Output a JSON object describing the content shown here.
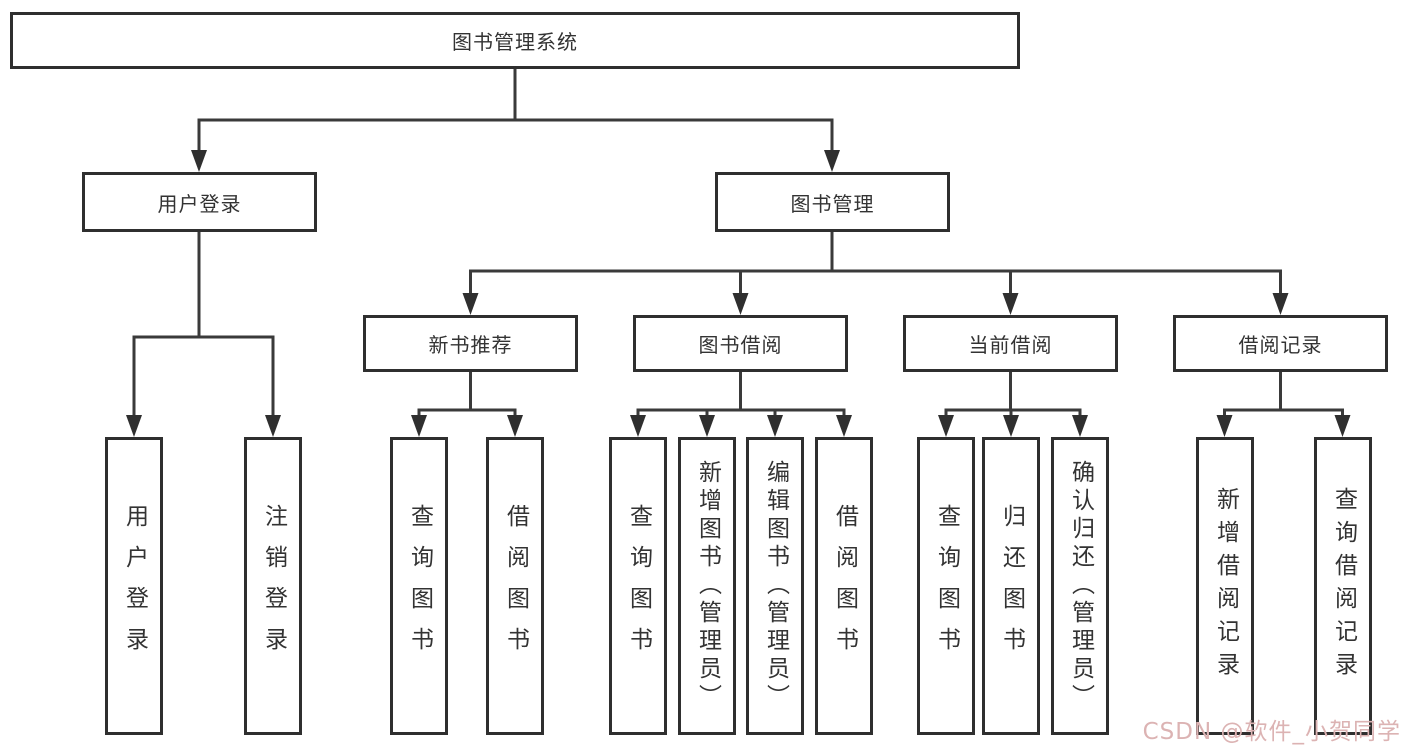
{
  "diagram": {
    "root": {
      "label": "图书管理系统"
    },
    "level2": [
      {
        "label": "用户登录"
      },
      {
        "label": "图书管理"
      }
    ],
    "level3": [
      {
        "label": "新书推荐"
      },
      {
        "label": "图书借阅"
      },
      {
        "label": "当前借阅"
      },
      {
        "label": "借阅记录"
      }
    ],
    "leaves": {
      "user_login": [
        "用户登录",
        "注销登录"
      ],
      "new_book_recommend": [
        "查询图书",
        "借阅图书"
      ],
      "book_borrow": [
        "查询图书",
        "新增图书（管理员）",
        "编辑图书（管理员）",
        "借阅图书"
      ],
      "current_borrow": [
        "查询图书",
        "归还图书",
        "确认归还（管理员）"
      ],
      "borrow_records": [
        "新增借阅记录",
        "查询借阅记录"
      ]
    }
  },
  "watermark": {
    "text": "CSDN @软件_小贺同学",
    "color": "#dcb3b3"
  },
  "colors": {
    "line": "#3a3a3a",
    "border": "#2f2f2f",
    "background": "#ffffff"
  }
}
